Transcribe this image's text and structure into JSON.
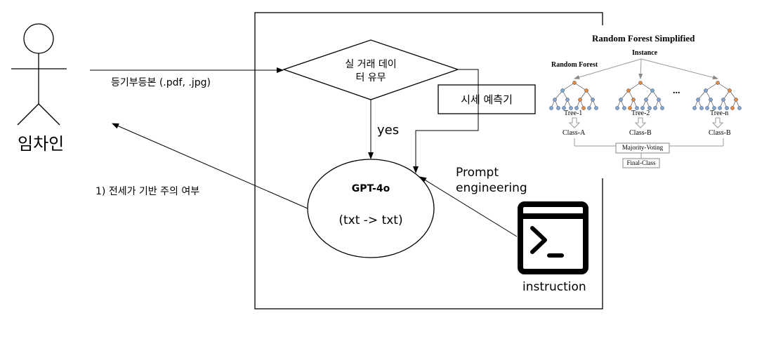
{
  "actor": {
    "label": "임차인"
  },
  "flows": {
    "upload_label": "등기부등본 (.pdf, .jpg)",
    "return_label": "1)  전세가 기반 주의 여부"
  },
  "decision": {
    "line1": "실 거래 데이",
    "line2": "터 유무",
    "yes_label": "yes"
  },
  "predictor": {
    "label": "시세 예측기"
  },
  "model": {
    "name": "GPT-4o",
    "io": "(txt -> txt)"
  },
  "prompt": {
    "line1": "Prompt",
    "line2": "engineering"
  },
  "instruction": {
    "label": "instruction"
  },
  "random_forest": {
    "title": "Random Forest Simplified",
    "instance": "Instance",
    "left_label": "Random Forest",
    "ellipsis": "...",
    "trees": [
      "Tree-1",
      "Tree-2",
      "Tree-n"
    ],
    "classes": [
      "Class-A",
      "Class-B",
      "Class-B"
    ],
    "voting": "Majority-Voting",
    "final": "Final-Class"
  },
  "colors": {
    "line": "#000000",
    "node_blue": "#7fa6cf",
    "node_orange": "#e6893b",
    "rf_arrow": "#999999"
  }
}
